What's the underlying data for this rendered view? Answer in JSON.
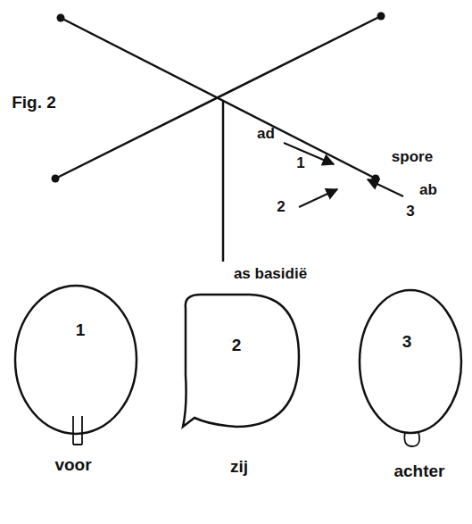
{
  "diagram": {
    "labels": [
      "Fig. 2",
      "ad",
      "1",
      "spore",
      "2",
      "ab",
      "3",
      "as basidië",
      "1",
      "2",
      "3",
      "voor",
      "zij",
      "achter"
    ]
  }
}
